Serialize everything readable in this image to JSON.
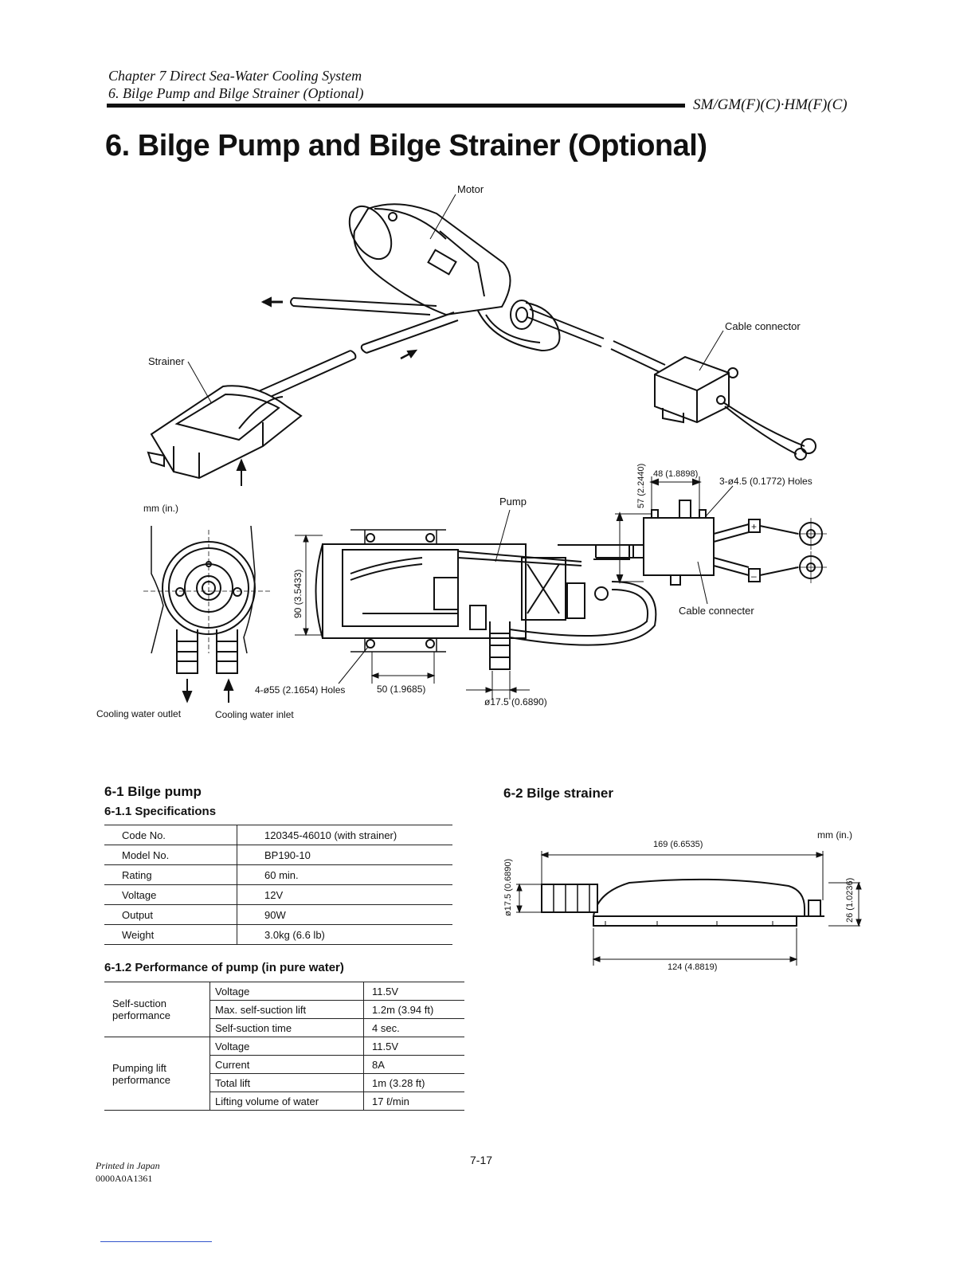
{
  "header": {
    "chapter": "Chapter 7 Direct Sea-Water Cooling System",
    "section": "6. Bilge Pump and Bilge Strainer (Optional)",
    "models": "SM/GM(F)(C)·HM(F)(C)"
  },
  "title": "6. Bilge Pump and Bilge Strainer (Optional)",
  "figure": {
    "labels": {
      "motor": "Motor",
      "cable_connector": "Cable connector",
      "strainer": "Strainer",
      "unit": "mm (in.)",
      "pump": "Pump",
      "cable_connecter": "Cable connecter",
      "dim_48": "48 (1.8898)",
      "dim_57": "57 (2.2440)",
      "holes_45": "3-ø4.5 (0.1772) Holes",
      "dim_90": "90 (3.5433)",
      "holes_55": "4-ø55 (2.1654) Holes",
      "dim_50": "50 (1.9685)",
      "dia_175": "ø17.5 (0.6890)",
      "outlet": "Cooling water outlet",
      "inlet": "Cooling water inlet",
      "plus": "+",
      "minus": "–"
    }
  },
  "bilge_pump": {
    "heading": "6-1 Bilge pump",
    "spec_heading": "6-1.1 Specifications",
    "specs": [
      {
        "label": "Code No.",
        "value": "120345-46010 (with strainer)"
      },
      {
        "label": "Model No.",
        "value": "BP190-10"
      },
      {
        "label": "Rating",
        "value": "60 min."
      },
      {
        "label": "Voltage",
        "value": "12V"
      },
      {
        "label": "Output",
        "value": "90W"
      },
      {
        "label": "Weight",
        "value": "3.0kg (6.6 lb)"
      }
    ],
    "perf_heading": "6-1.2 Performance of pump (in pure water)",
    "performance": {
      "self_suction": {
        "group": "Self-suction performance",
        "rows": [
          {
            "item": "Voltage",
            "value": "11.5V"
          },
          {
            "item": "Max. self-suction lift",
            "value": "1.2m (3.94 ft)"
          },
          {
            "item": "Self-suction time",
            "value": "4 sec."
          }
        ]
      },
      "pumping_lift": {
        "group": "Pumping lift performance",
        "rows": [
          {
            "item": "Voltage",
            "value": "11.5V"
          },
          {
            "item": "Current",
            "value": "8A"
          },
          {
            "item": "Total lift",
            "value": "1m (3.28 ft)"
          },
          {
            "item": "Lifting volume of water",
            "value": "17 ℓ/min"
          }
        ]
      }
    }
  },
  "bilge_strainer": {
    "heading": "6-2 Bilge strainer",
    "unit": "mm (in.)",
    "dim_169": "169 (6.6535)",
    "dim_124": "124 (4.8819)",
    "dim_26": "26 (1.0236)",
    "dia_175": "ø17.5 (0.6890)"
  },
  "footer": {
    "printed": "Printed in Japan",
    "code": "0000A0A1361",
    "page": "7-17"
  }
}
